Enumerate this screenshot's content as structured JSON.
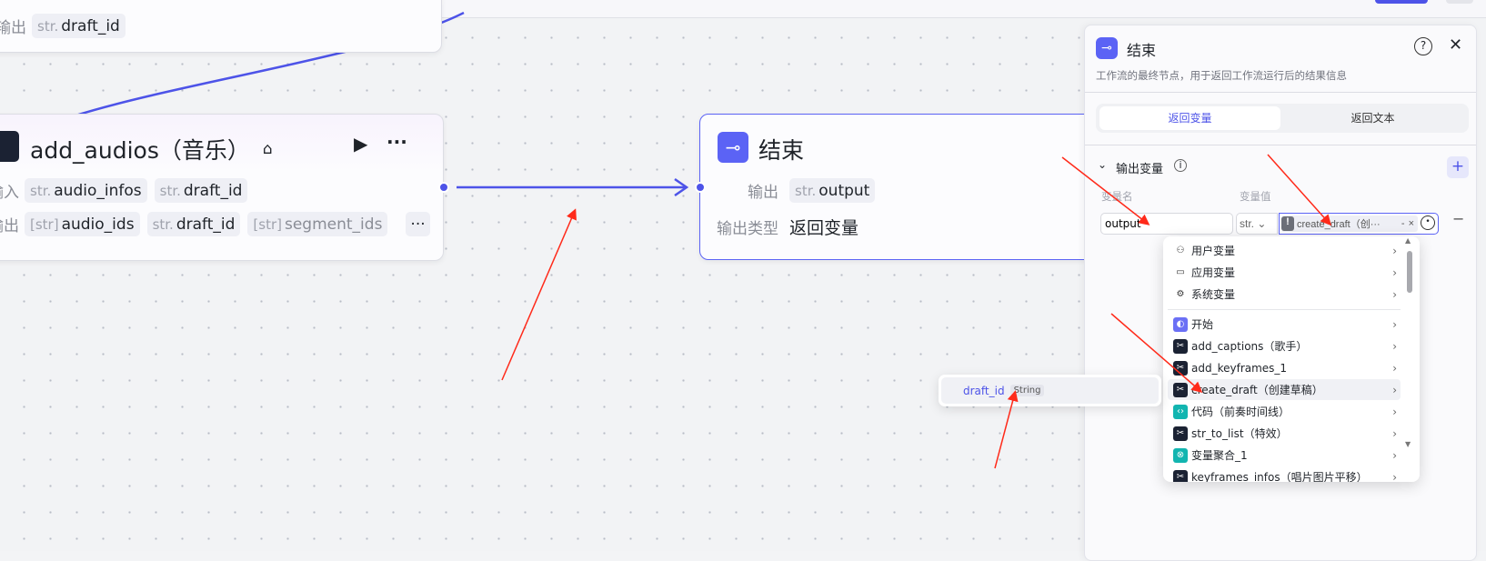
{
  "top_node": {
    "out_label": "输出",
    "outputs": [
      {
        "type": "str.",
        "name": "draft_id"
      }
    ]
  },
  "audio_node": {
    "title": "add_audios（音乐）",
    "in_label": "输入",
    "out_label": "输出",
    "inputs": [
      {
        "type": "str.",
        "name": "audio_infos"
      },
      {
        "type": "str.",
        "name": "draft_id"
      }
    ],
    "outputs": [
      {
        "type": "[str]",
        "name": "audio_ids"
      },
      {
        "type": "str.",
        "name": "draft_id"
      },
      {
        "type": "[str]",
        "name": "segment_ids"
      }
    ]
  },
  "end_node": {
    "title": "结束",
    "out_label": "输出",
    "out_type": "str.",
    "out_name": "output",
    "type_label": "输出类型",
    "type_value": "返回变量"
  },
  "panel": {
    "title": "结束",
    "description": "工作流的最终节点，用于返回工作流运行后的结果信息",
    "tabs": [
      {
        "label": "返回变量",
        "active": true
      },
      {
        "label": "返回文本",
        "active": false
      }
    ],
    "section_title": "输出变量",
    "col_name": "变量名",
    "col_value": "变量值",
    "row": {
      "name": "output",
      "type": "str.",
      "value": "create_draft（创···",
      "value_suffix": "-"
    }
  },
  "dropdown": {
    "groups": [
      {
        "label": "用户变量",
        "icon": "user-icon"
      },
      {
        "label": "应用变量",
        "icon": "folder-icon"
      },
      {
        "label": "系统变量",
        "icon": "gear-icon"
      }
    ],
    "nodes": [
      {
        "label": "开始",
        "icon": "start"
      },
      {
        "label": "add_captions（歌手）",
        "icon": "plugin"
      },
      {
        "label": "add_keyframes_1",
        "icon": "plugin"
      },
      {
        "label": "create_draft（创建草稿）",
        "icon": "plugin",
        "highlighted": true
      },
      {
        "label": "代码（前奏时间线）",
        "icon": "code"
      },
      {
        "label": "str_to_list（特效）",
        "icon": "plugin"
      },
      {
        "label": "变量聚合_1",
        "icon": "merge"
      },
      {
        "label": "keyframes_infos（唱片图片平移）",
        "icon": "plugin"
      }
    ]
  },
  "popup": {
    "name": "draft_id",
    "type": "String"
  },
  "colors": {
    "accent": "#4d53e8",
    "annotation": "#ff2a1a"
  }
}
